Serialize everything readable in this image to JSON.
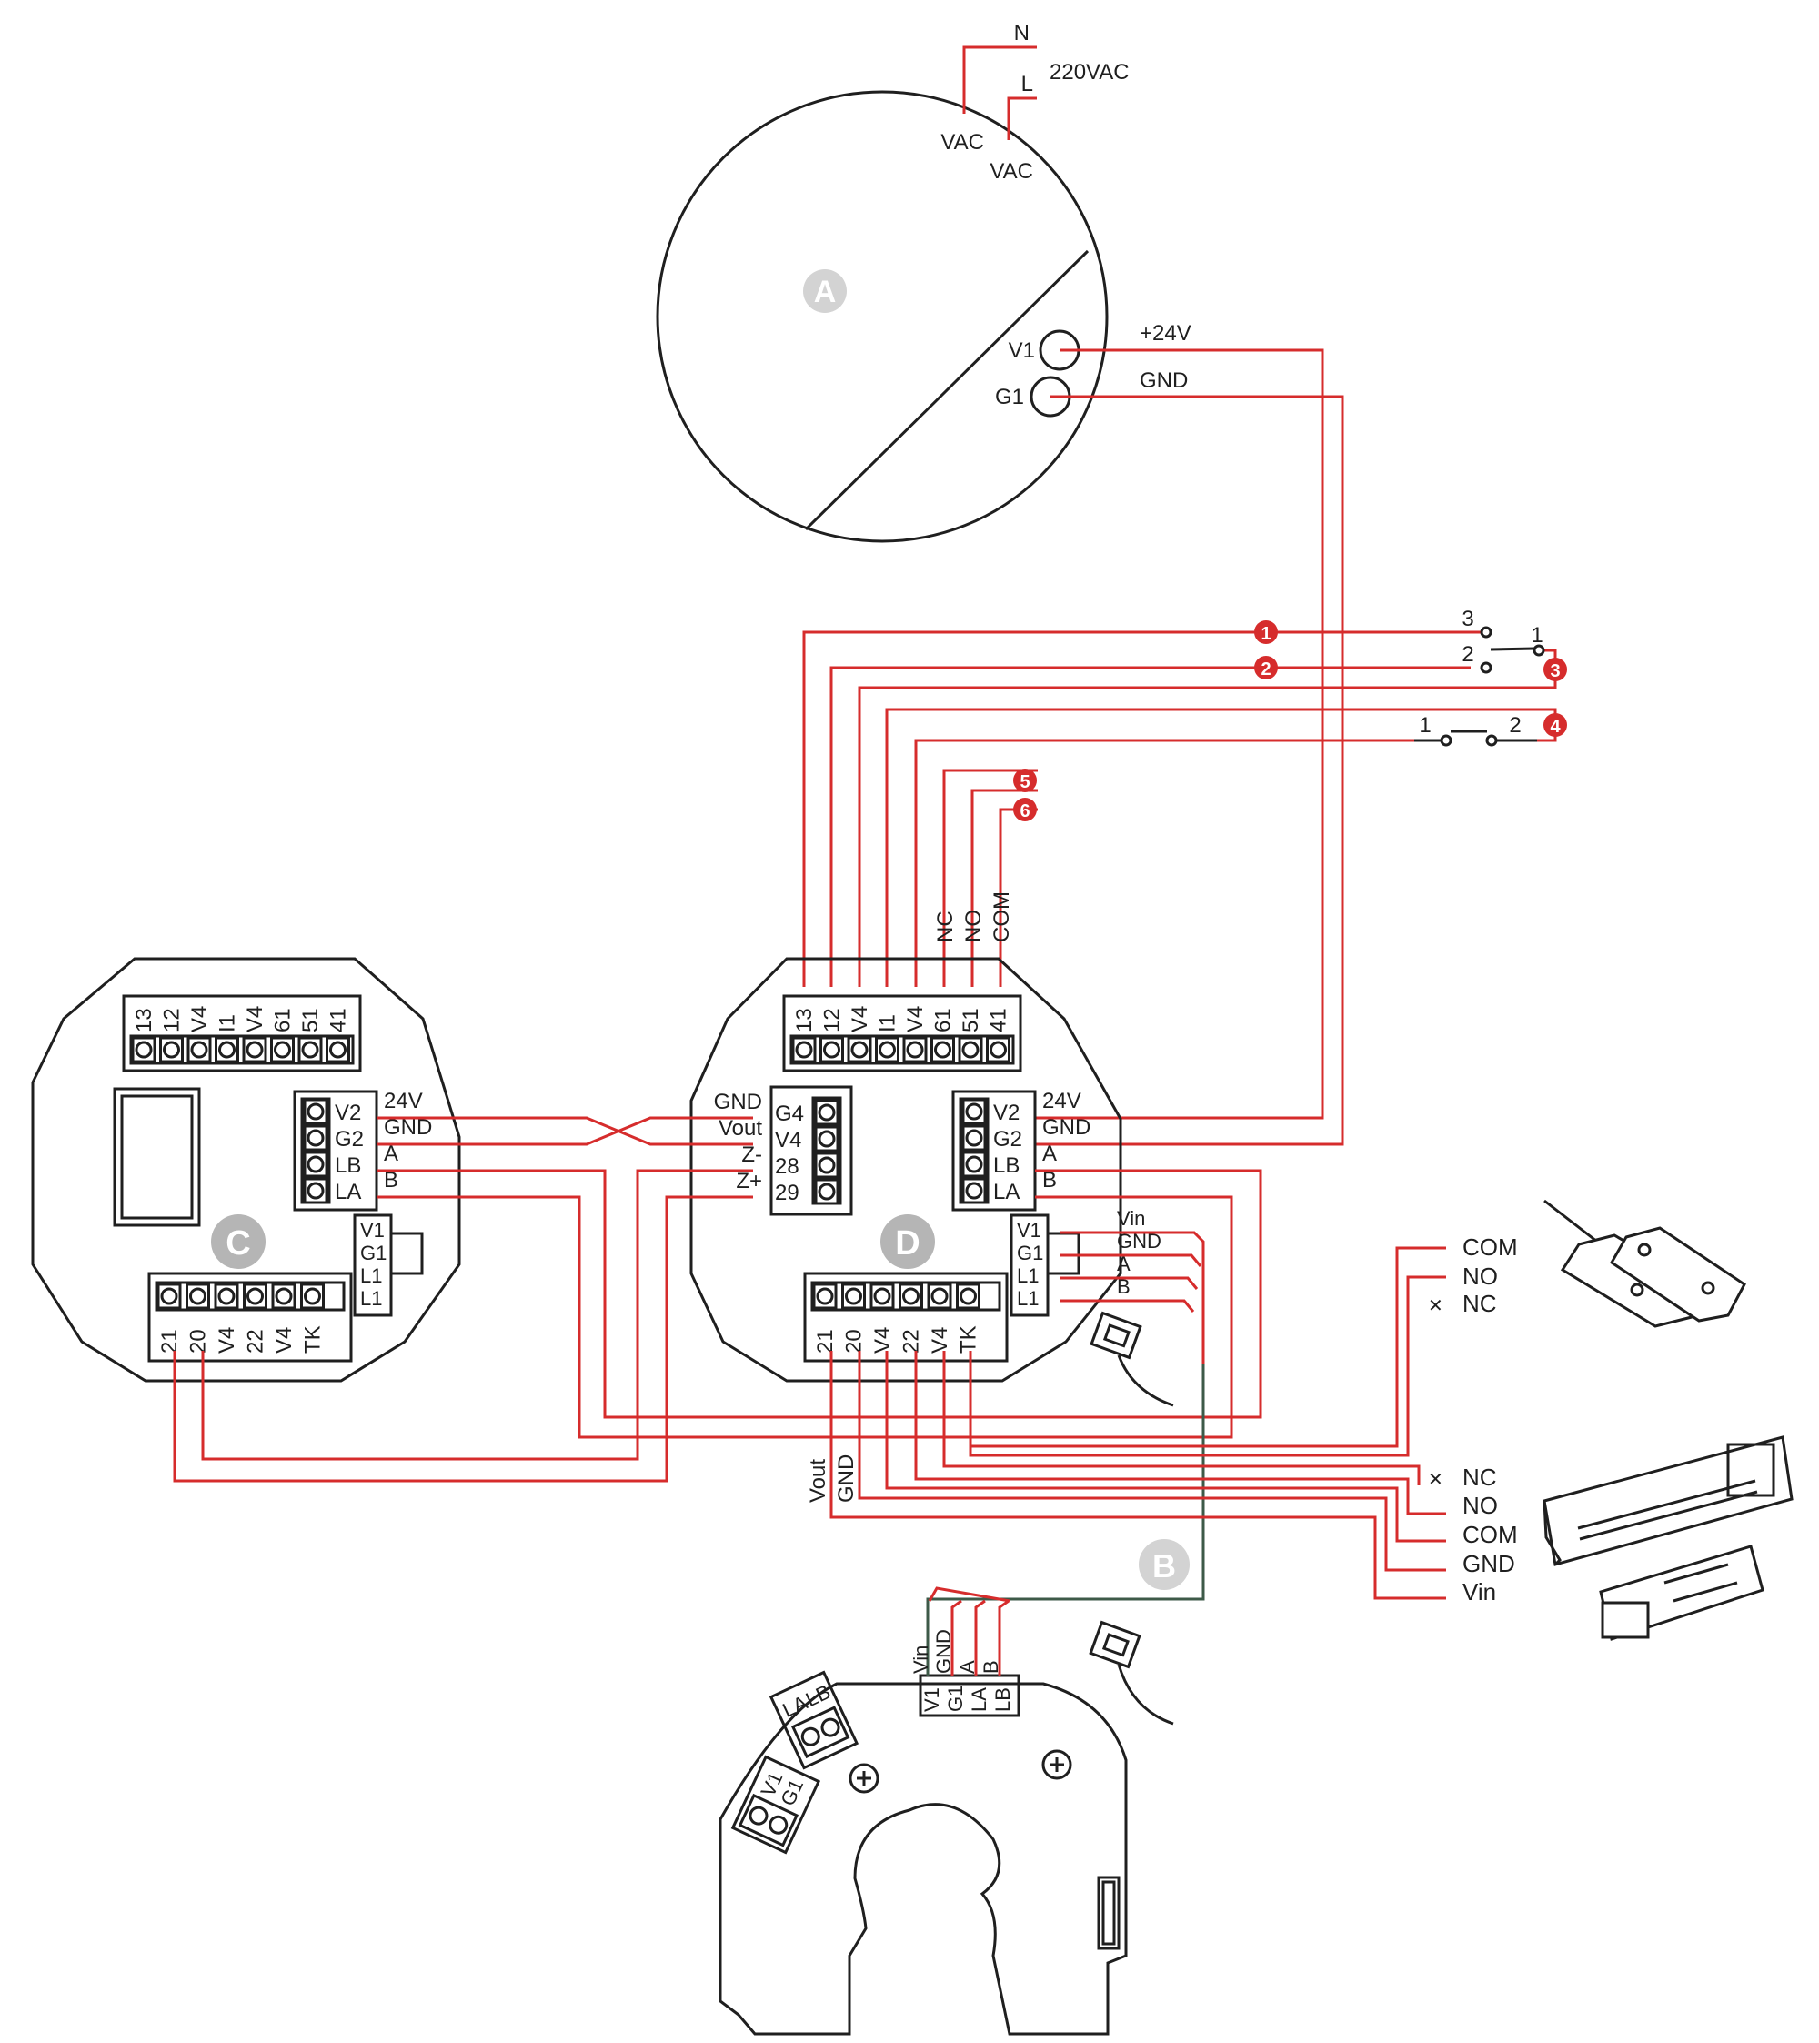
{
  "colors": {
    "wire": "#d62c2c",
    "line": "#1f1f1f",
    "badge": "#d62c2c",
    "bus": "#3d5a48",
    "letter_bg": "#b5b5b5"
  },
  "letters": {
    "a": "A",
    "b": "B",
    "c": "C",
    "d": "D"
  },
  "power": {
    "n": "N",
    "l": "L",
    "volt": "220VAC",
    "vac1": "VAC",
    "vac2": "VAC",
    "v1": "V1",
    "g1": "G1",
    "plus24": "+24V",
    "gnd": "GND"
  },
  "badges": [
    "1",
    "2",
    "3",
    "4",
    "5",
    "6"
  ],
  "switches": {
    "sw3": "3",
    "sw2": "2",
    "sw1": "1",
    "b1": "1",
    "b2": "2"
  },
  "relay_labels": {
    "nc": "NC",
    "no": "NO",
    "com": "COM"
  },
  "top_terms": [
    "13",
    "12",
    "V4",
    "I1",
    "V4",
    "61",
    "51",
    "41"
  ],
  "bottom_terms": [
    "21",
    "20",
    "V4",
    "22",
    "V4",
    "TK"
  ],
  "side_terms": [
    "V2",
    "G2",
    "LB",
    "LA"
  ],
  "side_wires": [
    "24V",
    "GND",
    "A",
    "B"
  ],
  "mid_terms": [
    "G4",
    "V4",
    "28",
    "29"
  ],
  "mid_wires": [
    "GND",
    "Vout",
    "Z-",
    "Z+"
  ],
  "small_terms": [
    "V1",
    "G1",
    "L1",
    "L1"
  ],
  "d_small_wires": [
    "Vin",
    "GND",
    "A",
    "B"
  ],
  "b_terms": [
    "V1",
    "G1",
    "LA",
    "LB"
  ],
  "b_wires": [
    "Vin",
    "GND",
    "A",
    "B"
  ],
  "b_pair1": [
    "LA",
    "LB"
  ],
  "b_pair2": [
    "V1",
    "G1"
  ],
  "vout_gnd": [
    "Vout",
    "GND"
  ],
  "reed": [
    "COM",
    "NO",
    "NC"
  ],
  "lock": [
    "NC",
    "NO",
    "COM",
    "GND",
    "Vin"
  ],
  "marks": {
    "reed_nc": "✕",
    "lock_nc": "✕"
  }
}
